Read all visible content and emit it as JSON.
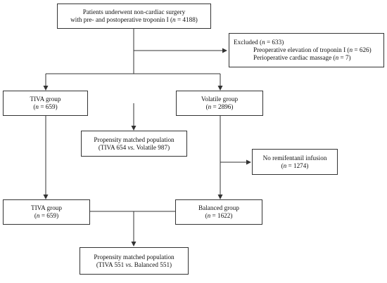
{
  "boxes": {
    "patients": {
      "line1": "Patients underwent non-cardiac surgery",
      "line2_pre": "with pre- and postoperative troponin I (",
      "n": "n",
      "line2_post": " = 4188)"
    },
    "excluded": {
      "line1_pre": "Excluded (",
      "n": "n",
      "line1_post": " = 633)",
      "line2_pre": "Preoperative elevation of troponin I (",
      "line2_n": "n",
      "line2_post": " = 626)",
      "line3_pre": "Perioperative cardiac massage (",
      "line3_n": "n",
      "line3_post": " = 7)"
    },
    "tiva1": {
      "title": "TIVA group",
      "pre": "(",
      "n": "n",
      "post": " = 659)"
    },
    "volatile": {
      "title": "Volatile group",
      "pre": "(",
      "n": "n",
      "post": " = 2896)"
    },
    "pm1": {
      "line1": "Propensity matched population",
      "pre": "(TIVA 654 ",
      "vs": "vs.",
      "post": " Volatile 987)"
    },
    "noremi": {
      "title": "No remifentanil infusion",
      "pre": "(",
      "n": "n",
      "post": " = 1274)"
    },
    "tiva2": {
      "title": "TIVA group",
      "pre": "(",
      "n": "n",
      "post": " = 659)"
    },
    "balanced": {
      "title": "Balanced group",
      "pre": "(",
      "n": "n",
      "post": " = 1622)"
    },
    "pm2": {
      "line1": "Propensity matched population",
      "pre": "(TIVA 551 ",
      "vs": "vs.",
      "post": " Balanced 551)"
    }
  }
}
